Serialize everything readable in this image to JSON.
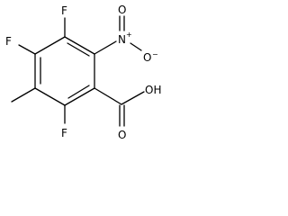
{
  "structure": {
    "atoms": {
      "f_top": "F",
      "f_left": "F",
      "f_bottom": "F",
      "nitro_n": "N",
      "nitro_n_charge": "+",
      "nitro_o": "O",
      "nitro_o_charge": "−",
      "nitro_o_double": "O",
      "acid_oh": "OH",
      "acid_o": "O"
    }
  }
}
